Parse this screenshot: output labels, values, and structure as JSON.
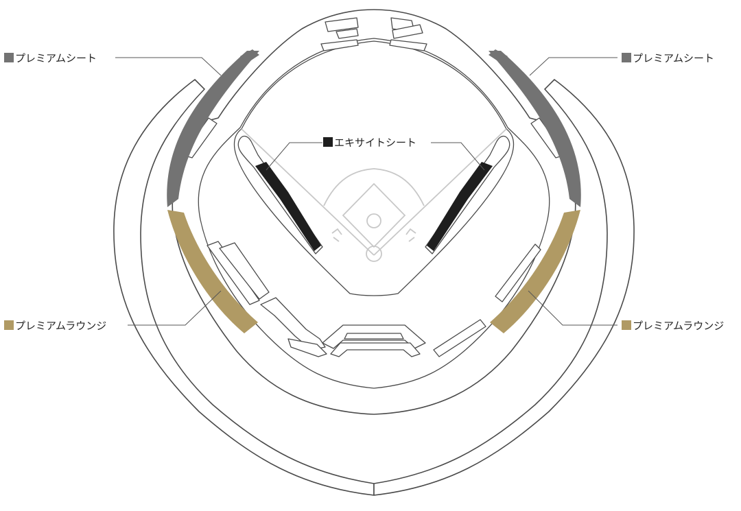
{
  "legend": {
    "premium_seat": {
      "label": "プレミアムシート",
      "color": "#737373"
    },
    "excite_seat": {
      "label": "エキサイトシート",
      "color": "#1e1e1e"
    },
    "premium_lounge": {
      "label": "プレミアムラウンジ",
      "color": "#b09a64"
    }
  },
  "labels": {
    "premium_seat_left": "プレミアムシート",
    "premium_seat_right": "プレミアムシート",
    "excite_seat": "エキサイトシート",
    "premium_lounge_left": "プレミアムラウンジ",
    "premium_lounge_right": "プレミアムラウンジ"
  }
}
